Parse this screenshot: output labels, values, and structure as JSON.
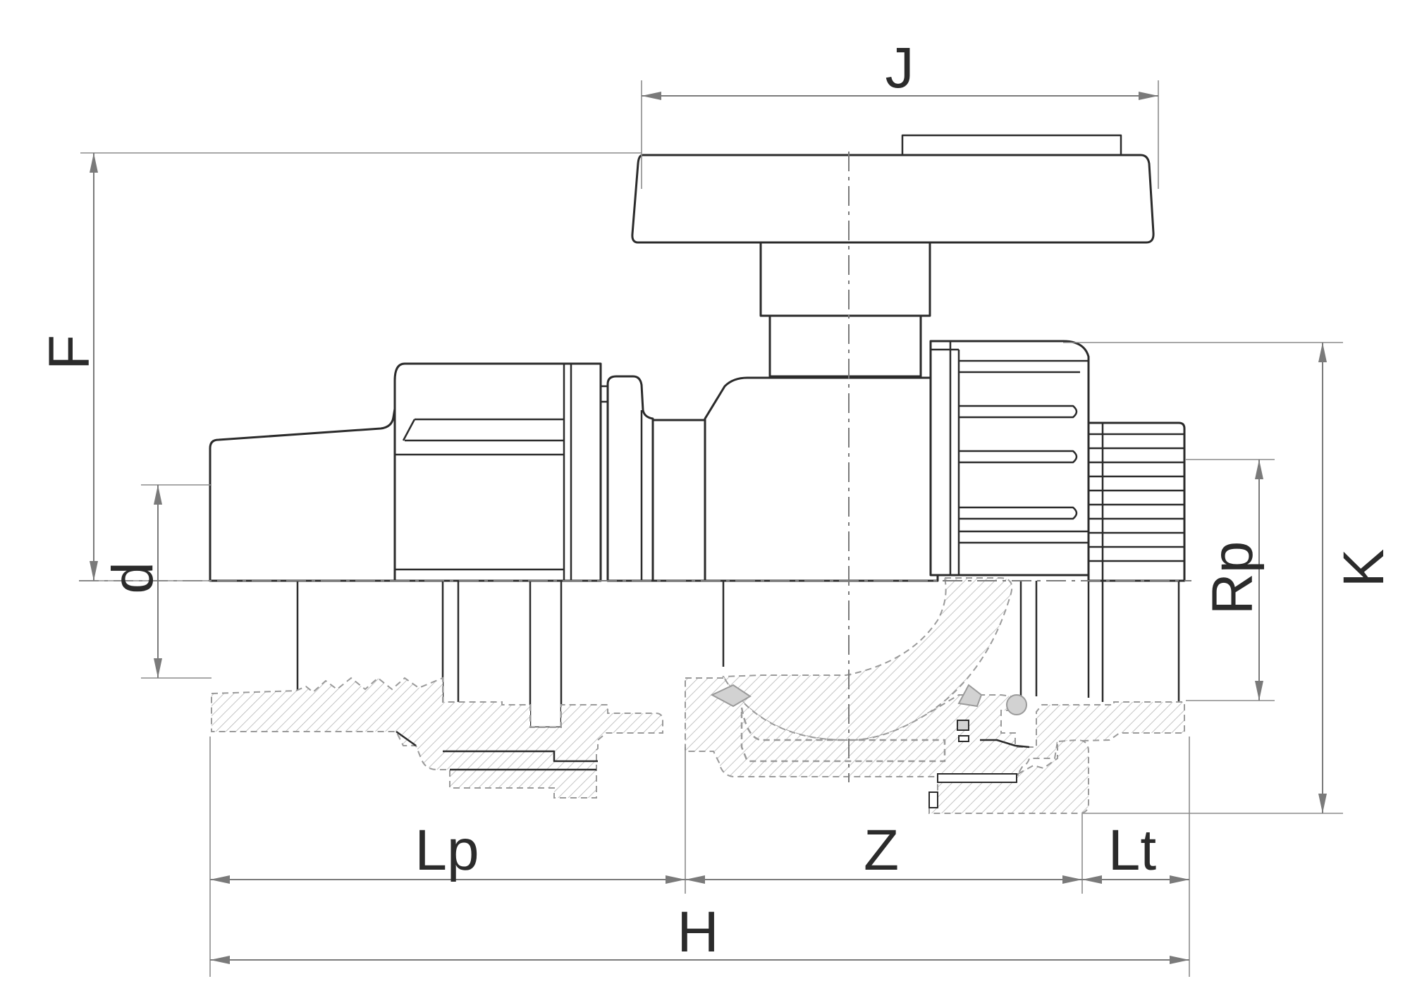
{
  "labels": {
    "J": "J",
    "F": "F",
    "d": "d",
    "K": "K",
    "Rp": "Rp",
    "Lp": "Lp",
    "Z": "Z",
    "Lt": "Lt",
    "H": "H"
  },
  "colors": {
    "outline": "#2b2b2b",
    "dimension": "#7a7a7a",
    "hatch": "#b5b5b5"
  }
}
